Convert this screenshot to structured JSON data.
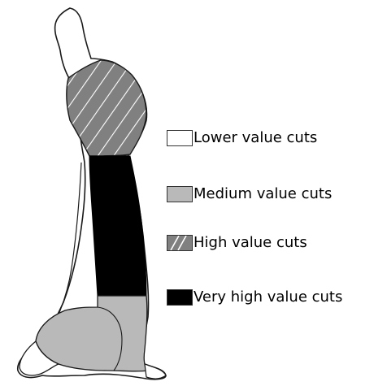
{
  "colors": {
    "lower": "#ffffff",
    "medium": "#b9b9b9",
    "high": "#808080",
    "high_hatch": "#ffffff",
    "very_high": "#000000",
    "outline": "#1a1a1a"
  },
  "legend": {
    "items": [
      {
        "key": "lower",
        "label": "Lower value cuts",
        "swatch": "lower-value-swatch"
      },
      {
        "key": "medium",
        "label": "Medium value cuts",
        "swatch": "medium-value-swatch"
      },
      {
        "key": "high",
        "label": "High value cuts",
        "swatch": "high-value-swatch"
      },
      {
        "key": "very_high",
        "label": "Very high value cuts",
        "swatch": "very-high-value-swatch"
      }
    ]
  }
}
